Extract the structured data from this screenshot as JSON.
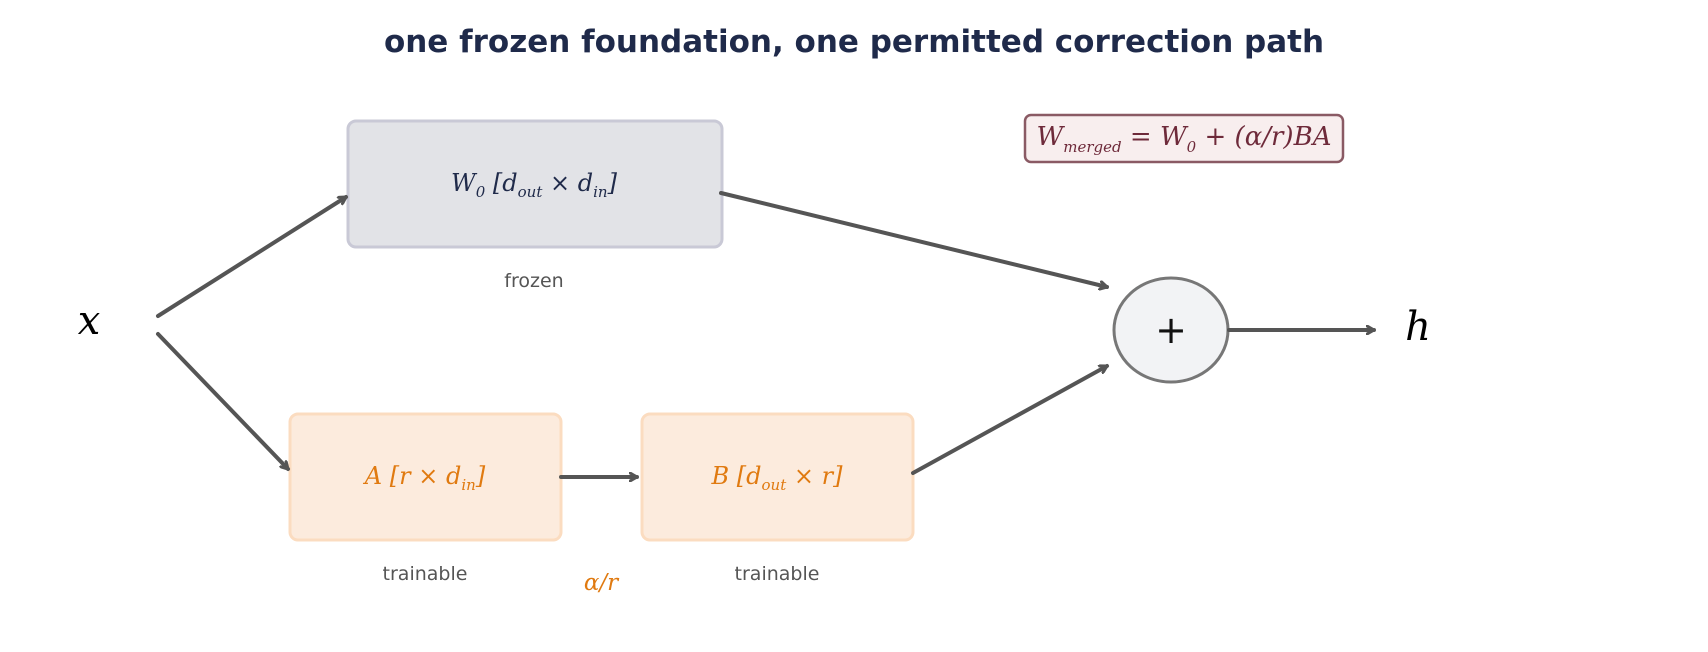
{
  "title": "one frozen foundation, one permitted correction path",
  "input_label": "x",
  "output_label": "h",
  "frozen_block": {
    "matrix": "W",
    "matrix_sub": "0",
    "dims": {
      "rows": "d",
      "rows_sub": "out",
      "op": "×",
      "cols": "d",
      "cols_sub": "in"
    },
    "caption": "frozen"
  },
  "block_a": {
    "matrix": "A",
    "dims": {
      "rows": "r",
      "op": "×",
      "cols": "d",
      "cols_sub": "in"
    },
    "caption": "trainable"
  },
  "block_b": {
    "matrix": "B",
    "dims": {
      "rows": "d",
      "rows_sub": "out",
      "op": "×",
      "cols": "r"
    },
    "caption": "trainable"
  },
  "scale_label": "α/r",
  "sum_symbol": "+",
  "merged_formula": {
    "lhs": "W",
    "lhs_sub": "merged",
    "eq": " = ",
    "w0": "W",
    "w0_sub": "0",
    "plus": " + ",
    "scale": "(α/r)",
    "ba": "BA"
  },
  "colors": {
    "title": "#1f2a4a",
    "frozen_fill": "#e2e3e7",
    "frozen_stroke": "#c9c9d6",
    "trainable_fill": "#fcebdd",
    "trainable_stroke": "#fbdcc0",
    "trainable_text": "#e07a10",
    "arrow": "#555555",
    "sum_fill": "#f2f3f5",
    "sum_stroke": "#777777",
    "formula_fill": "#f8eeee",
    "formula_stroke": "#8a5a64",
    "formula_text": "#6e2a3a"
  }
}
